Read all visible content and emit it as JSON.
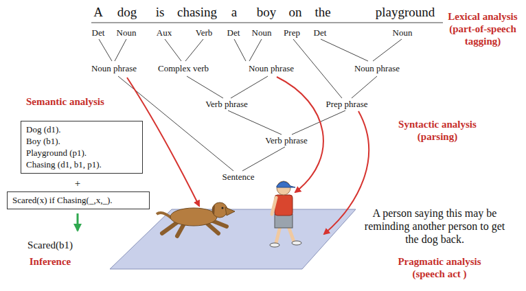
{
  "diagram": {
    "nodes": [
      {
        "text": [
          "Dog (d1).",
          "Boy (b1).",
          "Playground (p1).",
          "Chasing (d1, b1, p1)."
        ]
      },
      {
        "text": [
          "Scared(x) if Chasing(_,x,_)."
        ]
      }
    ],
    "labels": [
      "A",
      "dog",
      "is",
      "chasing",
      "a",
      "boy",
      "on",
      "the",
      "playground",
      "Det",
      "Noun",
      "Aux",
      "Verb",
      "Det",
      "Noun",
      "Prep",
      "Det",
      "Noun",
      "Noun phrase",
      "Complex verb",
      "Noun phrase",
      "Noun phrase",
      "Verb phrase",
      "Prep phrase",
      "Verb phrase",
      "Sentence",
      "Lexical analysis (part-of-speech tagging)",
      "Semantic analysis",
      "Syntactic analysis (parsing)",
      "+",
      "Scared(b1)",
      "Inference",
      "A person saying this may be reminding another person to get the dog back.",
      "Pragmatic analysis (speech act )"
    ]
  }
}
